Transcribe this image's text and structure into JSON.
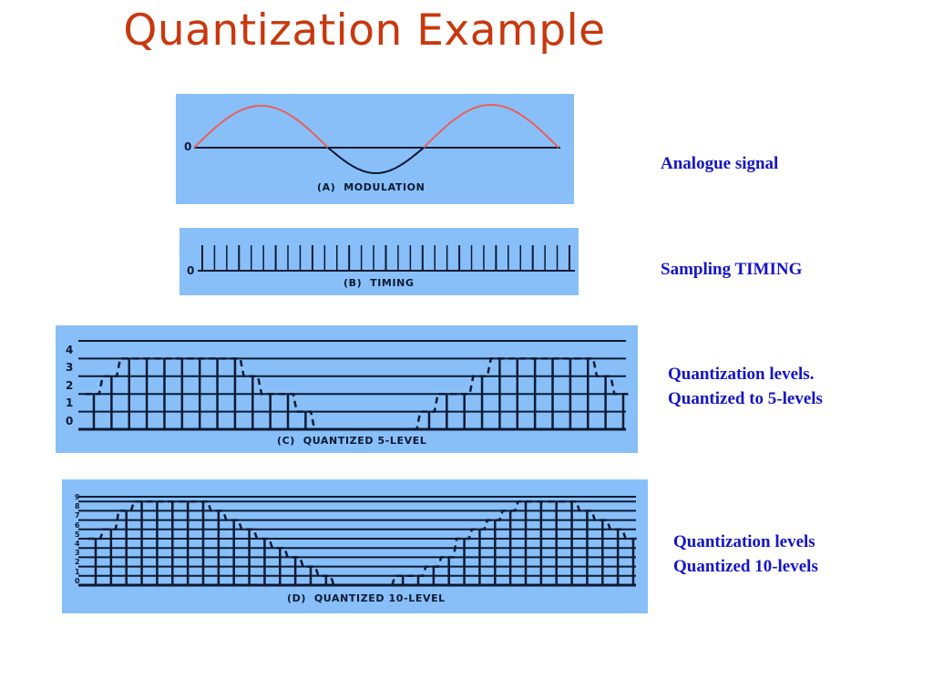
{
  "title": "Quantization Example",
  "colors": {
    "title": "#c8380e",
    "panel_bg": "#88bff8",
    "label_text": "#1414c8",
    "positive_wave": "#e8605a",
    "ink": "#0b1a33"
  },
  "panels": {
    "modulation": {
      "caption": "(A)  MODULATION",
      "zero_label": "0",
      "side_label": "Analogue signal"
    },
    "timing": {
      "caption": "(B)  TIMING",
      "zero_label": "0",
      "side_label": "Sampling TIMING",
      "sample_count": 31
    },
    "quantized5": {
      "caption": "(C)  QUANTIZED 5-LEVEL",
      "y_labels": [
        "4",
        "3",
        "2",
        "1",
        "0"
      ],
      "side_label_line1": "Quantization levels.",
      "side_label_line2": "Quantized to 5-levels",
      "samples": [
        2,
        3,
        4,
        4,
        4,
        4,
        4,
        4,
        4,
        3,
        2,
        2,
        1,
        0,
        0,
        0,
        0,
        0,
        0,
        1,
        2,
        2,
        3,
        4,
        4,
        4,
        4,
        4,
        4,
        3,
        2
      ]
    },
    "quantized10": {
      "caption": "(D)  QUANTIZED 10-LEVEL",
      "y_labels": [
        "9",
        "8",
        "7",
        "6",
        "5",
        "4",
        "3",
        "2",
        "1",
        "0"
      ],
      "side_label_line1": "Quantization levels",
      "side_label_line2": "Quantized 10-levels",
      "samples": [
        5,
        6,
        8,
        9,
        9,
        9,
        9,
        9,
        8,
        7,
        6,
        5,
        4,
        3,
        2,
        1,
        0,
        0,
        0,
        0,
        1,
        1,
        2,
        3,
        5,
        6,
        7,
        8,
        9,
        9,
        9,
        9,
        8,
        7,
        6,
        5
      ]
    }
  }
}
